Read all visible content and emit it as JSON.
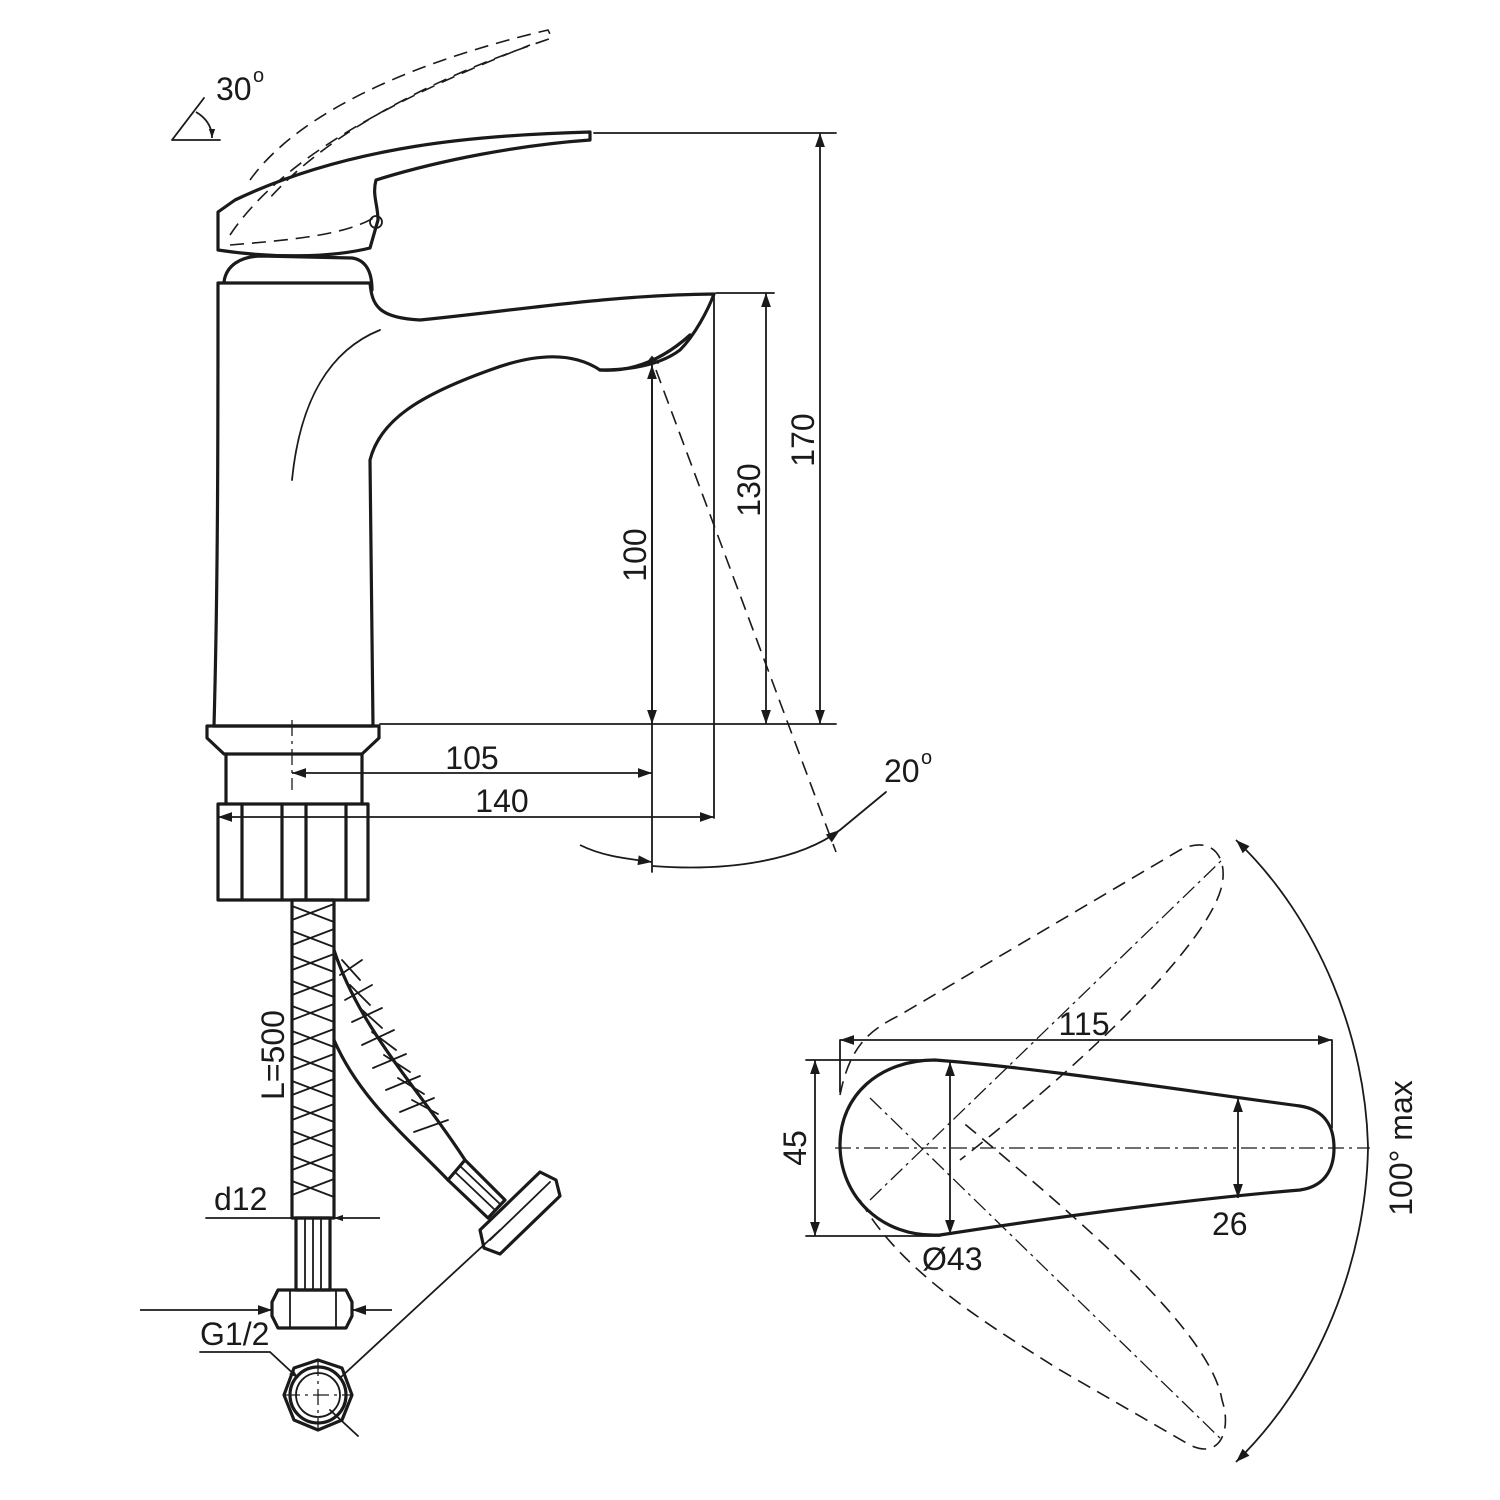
{
  "diagram": {
    "dimensions": {
      "handle_tilt": "30",
      "spout_angle": "20",
      "height_total": "170",
      "height_spout": "130",
      "height_outlet": "100",
      "reach_outlet": "105",
      "reach_spout": "140",
      "hose_length": "L=500",
      "hose_diameter": "d12",
      "thread": "G1/2",
      "lever_length": "115",
      "lever_width": "45",
      "lever_diameter": "Ø43",
      "lever_tip": "26",
      "rotation": "100° max"
    },
    "degree_mark": "o"
  }
}
